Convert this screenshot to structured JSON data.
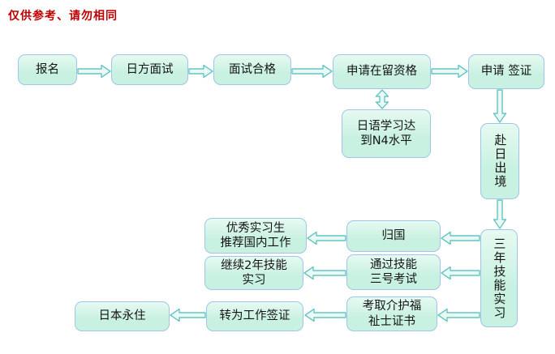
{
  "title": {
    "text": "仅供参考、请勿相同"
  },
  "colors": {
    "background": "#ffffff",
    "title_color": "#c00000",
    "box_fill": "#c8f1e1",
    "box_border": "#9fc5e8",
    "arrow_fill": "#e9faf4",
    "arrow_stroke": "#66c5c3"
  },
  "nodes": {
    "signup": {
      "label": "报名"
    },
    "japan_interview": {
      "label": "日方面试"
    },
    "interview_pass": {
      "label": "面试合格"
    },
    "residence_status": {
      "label": "申请在留资格"
    },
    "visa": {
      "label": "申请 签证"
    },
    "jlpt_n4": {
      "label": "日语学习达\n到N4水平"
    },
    "depart_japan": {
      "label": "赴日出境"
    },
    "three_year": {
      "label": "三年技能实习"
    },
    "return_home": {
      "label": "归国"
    },
    "excellent": {
      "label": "优秀实习生\n推荐国内工作"
    },
    "skill_exam3": {
      "label": "通过技能\n三号考试"
    },
    "continue2y": {
      "label": "继续2年技能\n实习"
    },
    "caregiver_cert": {
      "label": "考取介护福\n祉士证书"
    },
    "work_visa": {
      "label": "转为工作签证"
    },
    "permanent": {
      "label": "日本永住"
    }
  },
  "edges": [
    {
      "from": "signup",
      "to": "japan_interview",
      "arrow": "single"
    },
    {
      "from": "japan_interview",
      "to": "interview_pass",
      "arrow": "single"
    },
    {
      "from": "interview_pass",
      "to": "residence_status",
      "arrow": "single"
    },
    {
      "from": "residence_status",
      "to": "visa",
      "arrow": "single"
    },
    {
      "from": "residence_status",
      "to": "jlpt_n4",
      "arrow": "double"
    },
    {
      "from": "visa",
      "to": "depart_japan",
      "arrow": "single"
    },
    {
      "from": "depart_japan",
      "to": "three_year",
      "arrow": "single"
    },
    {
      "from": "three_year",
      "to": "return_home",
      "arrow": "single"
    },
    {
      "from": "three_year",
      "to": "skill_exam3",
      "arrow": "single"
    },
    {
      "from": "three_year",
      "to": "caregiver_cert",
      "arrow": "single"
    },
    {
      "from": "return_home",
      "to": "excellent",
      "arrow": "single"
    },
    {
      "from": "skill_exam3",
      "to": "continue2y",
      "arrow": "single"
    },
    {
      "from": "caregiver_cert",
      "to": "work_visa",
      "arrow": "single"
    },
    {
      "from": "work_visa",
      "to": "permanent",
      "arrow": "single"
    }
  ]
}
